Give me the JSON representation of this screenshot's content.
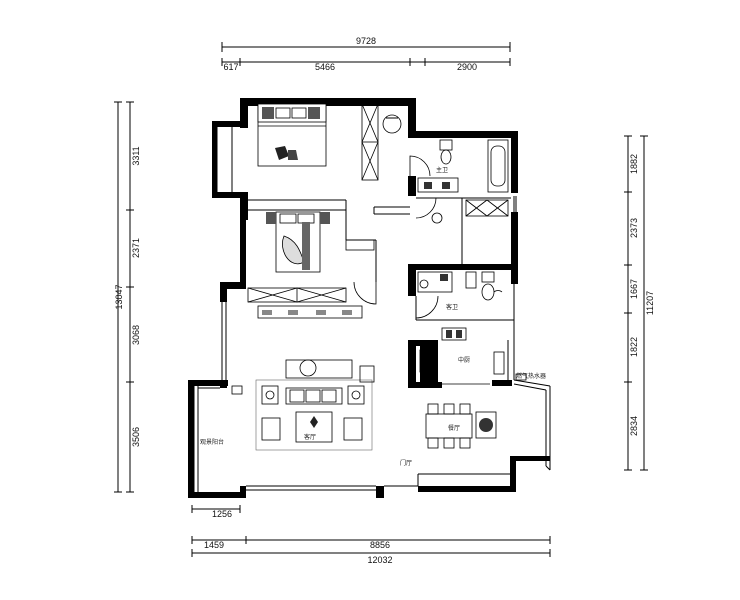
{
  "dimensions": {
    "top_total": "9728",
    "top_segments": [
      "617",
      "5466",
      "2900"
    ],
    "left_total": "13047",
    "left_segments": [
      "3311",
      "2371",
      "3068",
      "3506"
    ],
    "right_total": "11207",
    "right_segments": [
      "1882",
      "2373",
      "1667",
      "1822",
      "2834"
    ],
    "bottom_small": "1256",
    "bottom_segments": [
      "1459",
      "8856"
    ],
    "bottom_total": "12032"
  },
  "rooms": {
    "master_bath": "主卫",
    "guest_bath": "客卫",
    "kitchen": "中厨",
    "water_heater": "燃气热水器",
    "balcony": "观景阳台",
    "living": "客厅",
    "dining": "餐厅",
    "foyer": "门厅"
  }
}
